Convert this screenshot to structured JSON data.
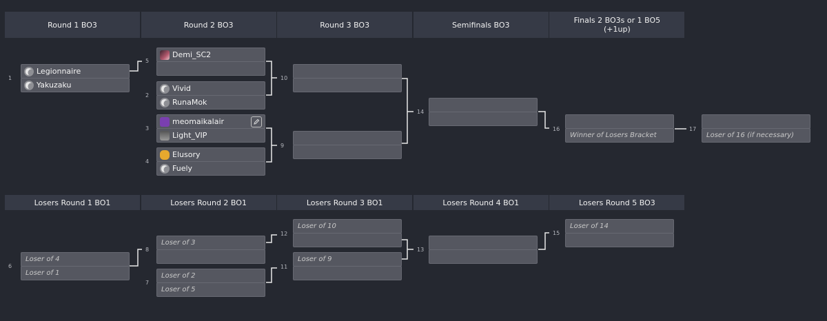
{
  "winners_headers": [
    "Round 1 BO3",
    "Round 2 BO3",
    "Round 3 BO3",
    "Semifinals BO3",
    "Finals 2 BO3s or 1 BO5"
  ],
  "finals_sub": "(+1up)",
  "losers_headers": [
    "Losers Round 1 BO1",
    "Losers Round 2 BO1",
    "Losers Round 3 BO1",
    "Losers Round 4 BO1",
    "Losers Round 5 BO3"
  ],
  "matches": {
    "m1": {
      "num": "1",
      "slots": [
        {
          "name": "Legionnaire",
          "icon": "zerg"
        },
        {
          "name": "Yakuzaku",
          "icon": "zerg"
        }
      ]
    },
    "m5": {
      "num": "5",
      "slots": [
        {
          "name": "Demi_SC2",
          "icon": "demi"
        },
        {
          "name": "",
          "icon": ""
        }
      ]
    },
    "m2": {
      "num": "2",
      "slots": [
        {
          "name": "Vivid",
          "icon": "zerg"
        },
        {
          "name": "RunaMok",
          "icon": "zerg"
        }
      ]
    },
    "m3": {
      "num": "3",
      "slots": [
        {
          "name": "meomaikalair",
          "icon": "meo"
        },
        {
          "name": "Light_VIP",
          "icon": "light"
        }
      ]
    },
    "m4": {
      "num": "4",
      "slots": [
        {
          "name": "Elusory",
          "icon": "elu"
        },
        {
          "name": "Fuely",
          "icon": "zerg"
        }
      ]
    },
    "m10": {
      "num": "10",
      "slots": [
        {
          "name": ""
        },
        {
          "name": ""
        }
      ]
    },
    "m9": {
      "num": "9",
      "slots": [
        {
          "name": ""
        },
        {
          "name": ""
        }
      ]
    },
    "m14": {
      "num": "14",
      "slots": [
        {
          "name": ""
        },
        {
          "name": ""
        }
      ]
    },
    "m16": {
      "num": "16",
      "slots": [
        {
          "name": ""
        },
        {
          "name": "Winner of Losers Bracket"
        }
      ]
    },
    "m17": {
      "num": "17",
      "slots": [
        {
          "name": ""
        },
        {
          "name": "Loser of 16 (if necessary)"
        }
      ]
    },
    "l6": {
      "num": "6",
      "slots": [
        {
          "name": "Loser of 4"
        },
        {
          "name": "Loser of 1"
        }
      ]
    },
    "l8": {
      "num": "8",
      "slots": [
        {
          "name": "Loser of 3"
        },
        {
          "name": ""
        }
      ]
    },
    "l7": {
      "num": "7",
      "slots": [
        {
          "name": "Loser of 2"
        },
        {
          "name": "Loser of 5"
        }
      ]
    },
    "l12": {
      "num": "12",
      "slots": [
        {
          "name": "Loser of 10"
        },
        {
          "name": ""
        }
      ]
    },
    "l11": {
      "num": "11",
      "slots": [
        {
          "name": "Loser of 9"
        },
        {
          "name": ""
        }
      ]
    },
    "l13": {
      "num": "13",
      "slots": [
        {
          "name": ""
        },
        {
          "name": ""
        }
      ]
    },
    "l15": {
      "num": "15",
      "slots": [
        {
          "name": "Loser of 14"
        },
        {
          "name": ""
        }
      ]
    }
  }
}
